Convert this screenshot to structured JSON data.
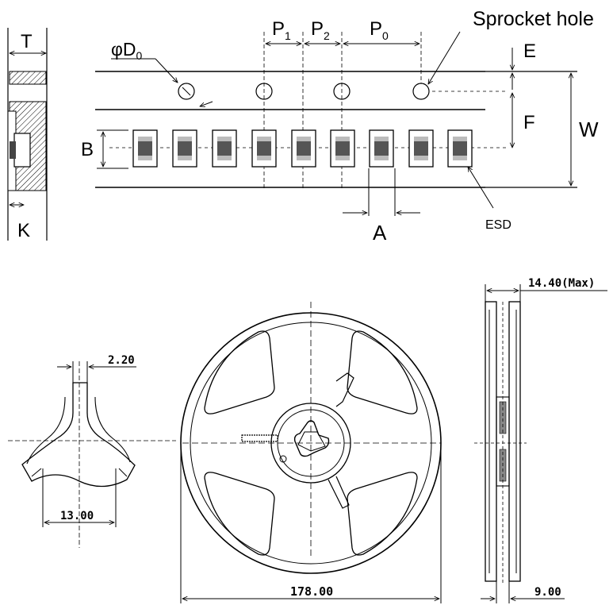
{
  "tape_labels": {
    "t": "T",
    "k": "K",
    "d0_phi": "φD",
    "d0_sub": "0",
    "p1": "P",
    "p1_sub": "1",
    "p2": "P",
    "p2_sub": "2",
    "p0": "P",
    "p0_sub": "0",
    "sprocket_hole": "Sprocket hole",
    "e": "E",
    "f": "F",
    "w": "W",
    "b": "B",
    "a": "A",
    "esd": "ESD"
  },
  "reel_labels": {
    "hub_slot": "2.20",
    "hub_width": "13.00",
    "reel_diameter": "178.00",
    "reel_thickness_max": "14.40(Max)",
    "reel_inner_width": "9.00"
  },
  "colors": {
    "line": "#000000",
    "hatch": "#000000",
    "component_body": "#555555",
    "component_pad": "#bbbbbb",
    "reel_fill": "#ffffff"
  }
}
